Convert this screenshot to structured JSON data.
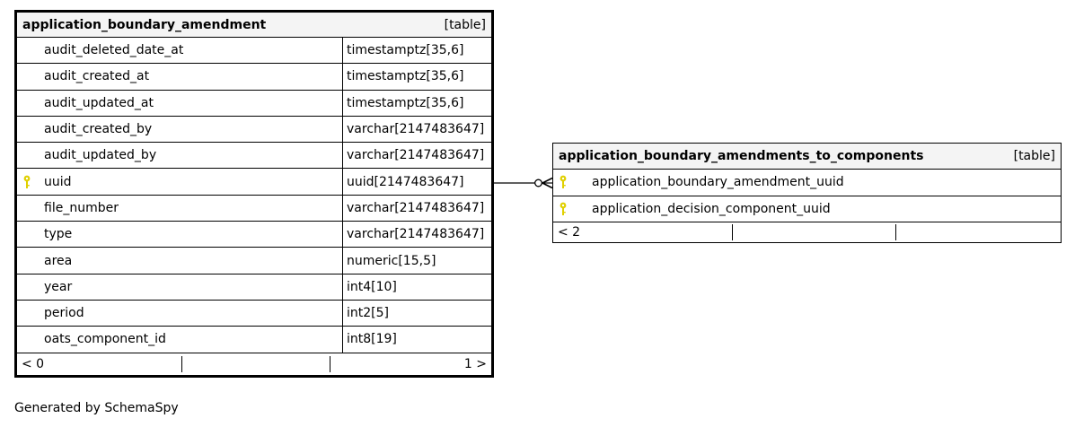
{
  "main_table": {
    "name": "application_boundary_amendment",
    "kind": "[table]",
    "columns": [
      {
        "name": "audit_deleted_date_at",
        "type": "timestamptz[35,6]",
        "key": false
      },
      {
        "name": "audit_created_at",
        "type": "timestamptz[35,6]",
        "key": false
      },
      {
        "name": "audit_updated_at",
        "type": "timestamptz[35,6]",
        "key": false
      },
      {
        "name": "audit_created_by",
        "type": "varchar[2147483647]",
        "key": false
      },
      {
        "name": "audit_updated_by",
        "type": "varchar[2147483647]",
        "key": false
      },
      {
        "name": "uuid",
        "type": "uuid[2147483647]",
        "key": true
      },
      {
        "name": "file_number",
        "type": "varchar[2147483647]",
        "key": false
      },
      {
        "name": "type",
        "type": "varchar[2147483647]",
        "key": false
      },
      {
        "name": "area",
        "type": "numeric[15,5]",
        "key": false
      },
      {
        "name": "year",
        "type": "int4[10]",
        "key": false
      },
      {
        "name": "period",
        "type": "int2[5]",
        "key": false
      },
      {
        "name": "oats_component_id",
        "type": "int8[19]",
        "key": false
      }
    ],
    "footer": {
      "parents": "< 0",
      "middle": "",
      "children": "1 >"
    }
  },
  "right_table": {
    "name": "application_boundary_amendments_to_components",
    "kind": "[table]",
    "columns": [
      {
        "name": "application_boundary_amendment_uuid",
        "key": true
      },
      {
        "name": "application_decision_component_uuid",
        "key": true
      }
    ],
    "footer": {
      "parents": "< 2",
      "middle": "",
      "children": ""
    }
  },
  "relationship": {
    "from": "application_boundary_amendment.uuid",
    "to": "application_boundary_amendments_to_components.application_boundary_amendment_uuid",
    "notation": "zero-or-many"
  },
  "caption": "Generated by SchemaSpy",
  "colors": {
    "header_bg": "#f4f4f4",
    "key_icon": "#e0d000",
    "border": "#000000"
  },
  "icons": {
    "key": "key-icon"
  }
}
